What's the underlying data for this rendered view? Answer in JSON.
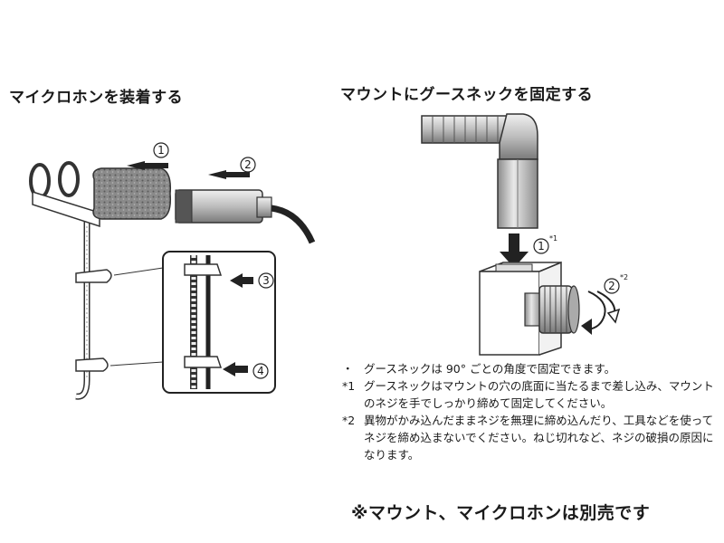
{
  "left_title": "マイクロホンを装着する",
  "right_title": "マウントにグースネックを固定する",
  "steps": {
    "s1": "1",
    "s2": "2",
    "s3": "3",
    "s4": "4"
  },
  "right_marks": {
    "m1": "1",
    "m1_sup": "*1",
    "m2": "2",
    "m2_sup": "*2"
  },
  "notes": [
    {
      "mark": "・",
      "text": "グースネックは 90° ごとの角度で固定できます。"
    },
    {
      "mark": "*1",
      "text": "グースネックはマウントの穴の底面に当たるまで差し込み、マウントのネジを手でしっかり締めて固定してください。"
    },
    {
      "mark": "*2",
      "text": "異物がかみ込んだままネジを無理に締め込んだり、工具などを使ってネジを締め込まないでください。ねじ切れなど、ネジの破損の原因になります。"
    }
  ],
  "footer": "※マウント、マイクロホンは別売です"
}
